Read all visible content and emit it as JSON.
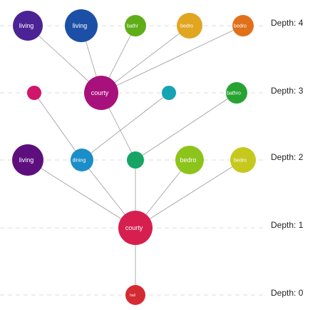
{
  "depth_levels": [
    {
      "depth": 4,
      "label": "Depth: 4"
    },
    {
      "depth": 3,
      "label": "Depth: 3"
    },
    {
      "depth": 2,
      "label": "Depth: 2"
    },
    {
      "depth": 1,
      "label": "Depth: 1"
    },
    {
      "depth": 0,
      "label": "Depth: 0"
    }
  ],
  "nodes": [
    {
      "id": "d0-hall",
      "depth": 0,
      "label": "hall",
      "color": "#d42a32"
    },
    {
      "id": "d1-courtyard",
      "depth": 1,
      "label": "courty",
      "color": "#d61f4f"
    },
    {
      "id": "d2-living",
      "depth": 2,
      "label": "living",
      "color": "#5e0f7e"
    },
    {
      "id": "d2-dining",
      "depth": 2,
      "label": "dining",
      "color": "#1c8ec7"
    },
    {
      "id": "d2-small",
      "depth": 2,
      "label": "",
      "color": "#16a564"
    },
    {
      "id": "d2-bedroom-a",
      "depth": 2,
      "label": "bedro",
      "color": "#8dc41c"
    },
    {
      "id": "d2-bedroom-b",
      "depth": 2,
      "label": "bedro",
      "color": "#c7c81d"
    },
    {
      "id": "d3-small-a",
      "depth": 3,
      "label": "",
      "color": "#d0166b"
    },
    {
      "id": "d3-courtyard",
      "depth": 3,
      "label": "courty",
      "color": "#a8117c"
    },
    {
      "id": "d3-small-b",
      "depth": 3,
      "label": "",
      "color": "#14a4b3"
    },
    {
      "id": "d3-bathroom",
      "depth": 3,
      "label": "bathro",
      "color": "#27a332"
    },
    {
      "id": "d4-living-a",
      "depth": 4,
      "label": "living",
      "color": "#4b2394"
    },
    {
      "id": "d4-living-b",
      "depth": 4,
      "label": "living",
      "color": "#1c50a6"
    },
    {
      "id": "d4-bathroom",
      "depth": 4,
      "label": "bathr",
      "color": "#5fae19"
    },
    {
      "id": "d4-bedroom",
      "depth": 4,
      "label": "bedro",
      "color": "#e1a520"
    },
    {
      "id": "d4-small",
      "depth": 4,
      "label": "bedro",
      "color": "#e1701a"
    }
  ],
  "edges": [
    [
      "d0-hall",
      "d1-courtyard"
    ],
    [
      "d1-courtyard",
      "d2-living"
    ],
    [
      "d1-courtyard",
      "d2-dining"
    ],
    [
      "d1-courtyard",
      "d2-small"
    ],
    [
      "d1-courtyard",
      "d2-bedroom-a"
    ],
    [
      "d1-courtyard",
      "d2-bedroom-b"
    ],
    [
      "d2-dining",
      "d3-small-a"
    ],
    [
      "d2-dining",
      "d3-small-b"
    ],
    [
      "d2-small",
      "d3-courtyard"
    ],
    [
      "d2-small",
      "d3-bathroom"
    ],
    [
      "d3-courtyard",
      "d4-living-a"
    ],
    [
      "d3-courtyard",
      "d4-living-b"
    ],
    [
      "d3-courtyard",
      "d4-bathroom"
    ],
    [
      "d3-courtyard",
      "d4-bedroom"
    ],
    [
      "d3-courtyard",
      "d4-small"
    ]
  ]
}
